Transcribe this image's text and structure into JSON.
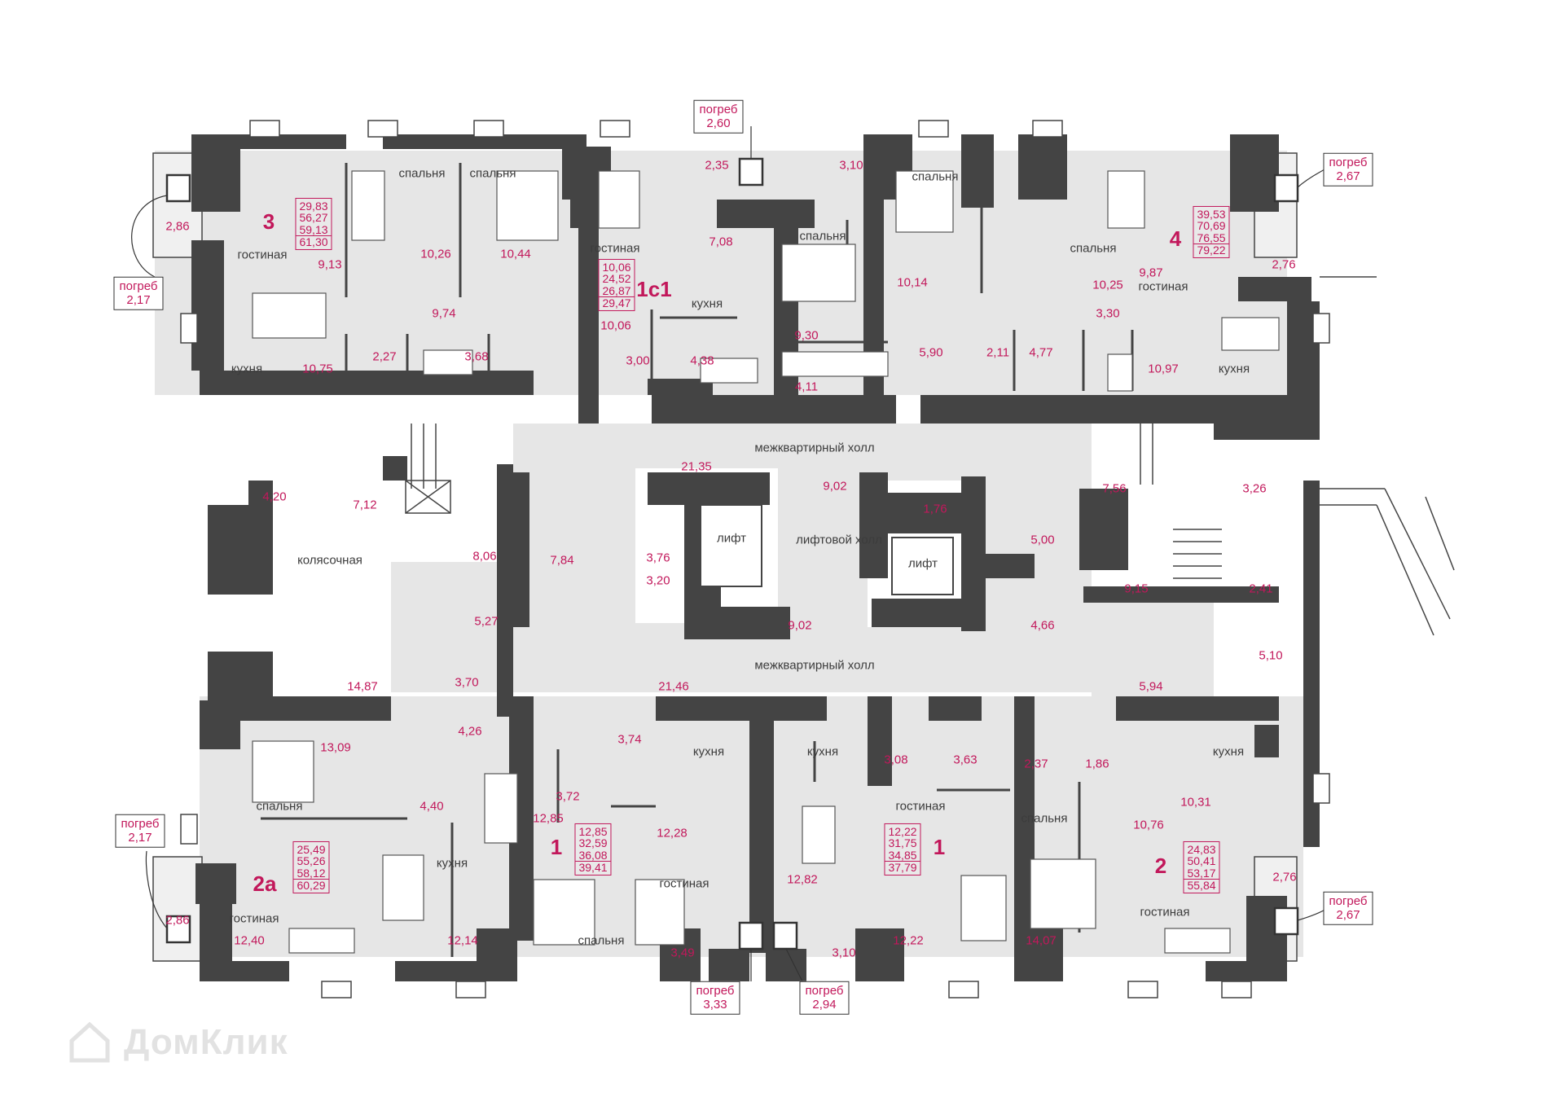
{
  "watermark": "ДомКлик",
  "units": [
    {
      "id": "u3",
      "label": "3",
      "areas": [
        "29,83",
        "56,27",
        "59,13",
        "61,30"
      ]
    },
    {
      "id": "u1c1",
      "label": "1с1",
      "areas": [
        "10,06",
        "24,52",
        "26,87",
        "29,47"
      ]
    },
    {
      "id": "u4",
      "label": "4",
      "areas": [
        "39,53",
        "70,69",
        "76,55",
        "79,22"
      ]
    },
    {
      "id": "u2a",
      "label": "2а",
      "areas": [
        "25,49",
        "55,26",
        "58,12",
        "60,29"
      ]
    },
    {
      "id": "u1a",
      "label": "1",
      "areas": [
        "12,85",
        "32,59",
        "36,08",
        "39,41"
      ]
    },
    {
      "id": "u1b",
      "label": "1",
      "areas": [
        "12,22",
        "31,75",
        "34,85",
        "37,79"
      ]
    },
    {
      "id": "u2",
      "label": "2",
      "areas": [
        "24,83",
        "50,41",
        "53,17",
        "55,84"
      ]
    }
  ],
  "cellars": [
    {
      "name": "погреб",
      "area": "2,17"
    },
    {
      "name": "погреб",
      "area": "2,60"
    },
    {
      "name": "погреб",
      "area": "2,67"
    },
    {
      "name": "погреб",
      "area": "2,17"
    },
    {
      "name": "погреб",
      "area": "2,67"
    },
    {
      "name": "погреб",
      "area": "3,33"
    },
    {
      "name": "погреб",
      "area": "2,94"
    }
  ],
  "room_names": {
    "bedroom": "спальня",
    "living": "гостиная",
    "kitchen": "кухня",
    "stroller": "колясочная",
    "hall": "межквартирный холл",
    "lift_hall": "лифтовой холл",
    "lift": "лифт"
  },
  "room_areas": {
    "u3_balcony": "2,86",
    "u3_living": "9,13",
    "u3_bed1": "10,26",
    "u3_bed2": "10,44",
    "u3_hall": "9,74",
    "u3_kitchen": "10,75",
    "u3_wc": "2,27",
    "u3_bath": "3,68",
    "u1c1_storage": "2,35",
    "u1c1_hall": "7,08",
    "u1c1_living": "10,06",
    "u1c1_corr": "3,00",
    "u1c1_bath": "4,38",
    "u4_bal": "3,10",
    "u4_bed1": "10,14",
    "u4_bed2": "10,25",
    "u4_bed3": "9,30",
    "u4_living": "9,87",
    "u4_balcony": "2,76",
    "u4_hall": "3,30",
    "u4_kitchen": "10,97",
    "u4_corr": "5,90",
    "u4_wc": "2,11",
    "u4_bath": "4,77",
    "u4_ward": "4,11",
    "hall_top": "21,35",
    "hall_left": "4,20",
    "bike": "7,12",
    "stroller_area": "14,87",
    "corr_a": "8,06",
    "corr_b": "7,84",
    "tech": "5,27",
    "corr_c": "3,70",
    "vest1": "3,76",
    "vest2": "3,20",
    "lifthall1": "9,02",
    "lifthall2": "9,02",
    "tech2": "1,76",
    "corr_d": "5,00",
    "corr_e": "4,66",
    "stairs_r": "7,56",
    "stairs_r2": "3,26",
    "stairs": "9,15",
    "stairs2": "2,41",
    "hall_bottom": "21,46",
    "u2a_bed": "13,09",
    "u2a_corr": "4,40",
    "u2a_wc": "4,26",
    "u2a_balcony": "2,86",
    "u2a_living": "12,40",
    "u2a_kitchen": "12,14",
    "u1a_bath": "3,72",
    "u1a_wc": "3,74",
    "u1a_hall": "12,85",
    "u1a_kitchen": "12,28",
    "u1a_bed": "3,49",
    "u1b_kitchen": "12,82",
    "u1b_corr": "3,08",
    "u1b_bath": "3,63",
    "u1b_living": "12,22",
    "u1b_bal": "3,10",
    "u2_wc": "2,37",
    "u2_corr": "1,86",
    "u2_bed": "14,07",
    "u2_hall": "10,76",
    "u2_kitchen": "10,31",
    "u2_balcony": "2,76",
    "u2_ward": "5,94",
    "u2_bath": "5,10"
  }
}
